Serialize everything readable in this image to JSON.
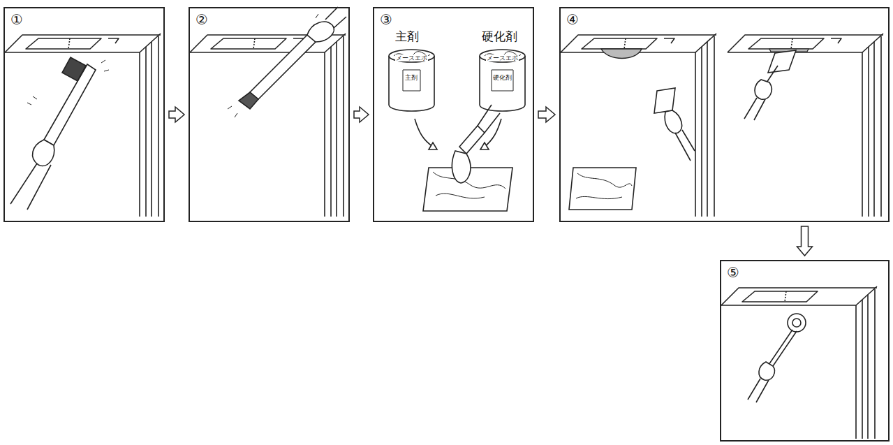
{
  "diagram": {
    "nodes": [
      {
        "text": [
          "①"
        ]
      },
      {
        "text": [
          "②"
        ]
      },
      {
        "text": [
          "③",
          "主剤",
          "硬化剤"
        ]
      },
      {
        "text": [
          "④"
        ]
      },
      {
        "text": [
          "⑤"
        ]
      }
    ],
    "edges": [
      {
        "from": 0,
        "to": 1,
        "arrow": "to"
      },
      {
        "from": 1,
        "to": 2,
        "arrow": "to"
      },
      {
        "from": 2,
        "to": 3,
        "arrow": "to"
      },
      {
        "from": 3,
        "to": 4,
        "arrow": "to"
      }
    ],
    "labels": [
      "メースエポ",
      "主剤",
      "メースエポ",
      "硬化剤"
    ]
  }
}
